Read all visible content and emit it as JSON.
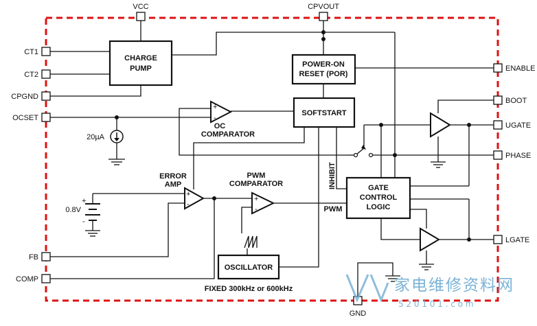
{
  "pins": {
    "vcc": "VCC",
    "cpvout": "CPVOUT",
    "ct1": "CT1",
    "ct2": "CT2",
    "cpgnd": "CPGND",
    "ocset": "OCSET",
    "fb": "FB",
    "comp": "COMP",
    "enable": "ENABLE",
    "boot": "BOOT",
    "ugate": "UGATE",
    "phase": "PHASE",
    "lgate": "LGATE",
    "gnd": "GND"
  },
  "blocks": {
    "charge_pump": [
      "CHARGE",
      "PUMP"
    ],
    "por": [
      "POWER-ON",
      "RESET (POR)"
    ],
    "softstart": "SOFTSTART",
    "gate_logic": [
      "GATE",
      "CONTROL",
      "LOGIC"
    ],
    "oscillator": "OSCILLATOR"
  },
  "labels": {
    "oc_comparator": [
      "OC",
      "COMPARATOR"
    ],
    "error_amp": [
      "ERROR",
      "AMP"
    ],
    "pwm_comparator": [
      "PWM",
      "COMPARATOR"
    ],
    "current_source": "20µA",
    "reference": "0.8V",
    "inhibit": "INHIBIT",
    "pwm": "PWM",
    "freq_note": "FIXED 300kHz or 600kHz",
    "plus": "+",
    "minus": "-"
  },
  "watermark": {
    "chinese": "家电维修资料网",
    "url": "5 2 0 1 0 1 . c o m"
  },
  "colors": {
    "border": "#dd1111",
    "line": "#111111",
    "watermark": "#7ab3d6"
  }
}
